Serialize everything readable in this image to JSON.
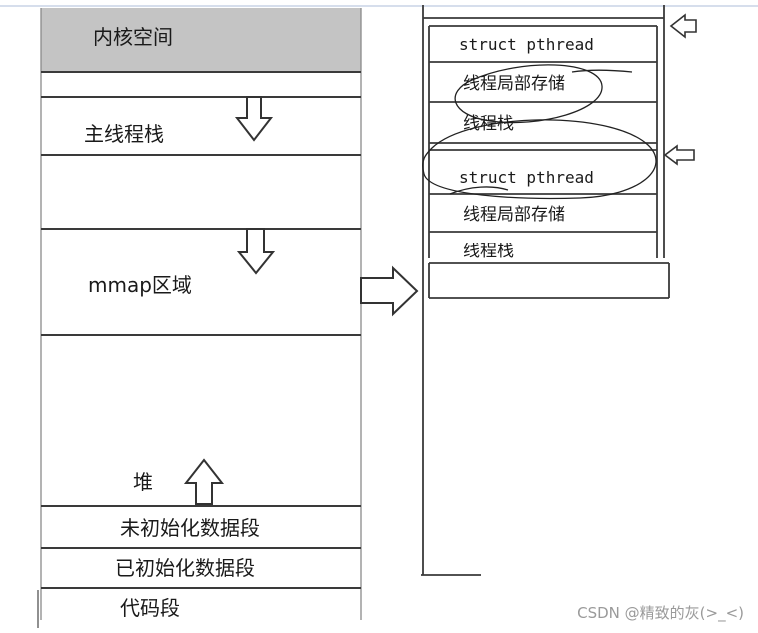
{
  "left_column": {
    "kernel_space": "内核空间",
    "main_thread_stack": "主线程栈",
    "mmap_region": "mmap区域",
    "heap": "堆",
    "bss_segment": "未初始化数据段",
    "data_segment": "已初始化数据段",
    "code_segment": "代码段"
  },
  "right_column": {
    "block1": {
      "struct": "struct pthread",
      "tls": "线程局部存储",
      "stack": "线程栈"
    },
    "block2": {
      "struct": "struct pthread",
      "tls": "线程局部存储",
      "stack": "线程栈"
    }
  },
  "watermark": "CSDN @精致的灰(>_<)",
  "colors": {
    "kernel_fill": "#c4c4c4",
    "line": "#3a3a3a",
    "sketch": "#222222"
  }
}
